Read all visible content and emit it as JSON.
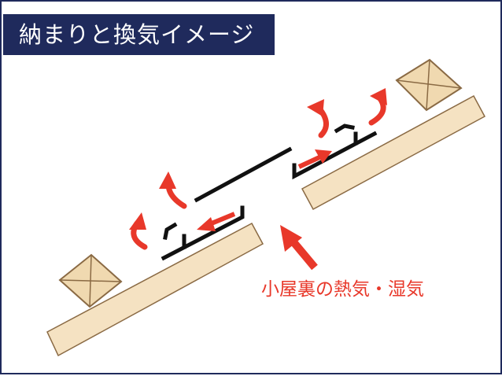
{
  "title": "納まりと換気イメージ",
  "caption": "小屋裏の熱気・湿気",
  "colors": {
    "frame": "#1f2a5c",
    "title_bg": "#1f2a5c",
    "title_text": "#ffffff",
    "arrow": "#e8382a",
    "board": "#f5e2c2",
    "board_edge": "#8a6a44",
    "metal": "#111111",
    "caption": "#e8382a"
  },
  "icons": [
    "ridge-vent-cross-section",
    "rafter-block-icon",
    "curved-arrow-icon",
    "straight-arrow-icon"
  ]
}
